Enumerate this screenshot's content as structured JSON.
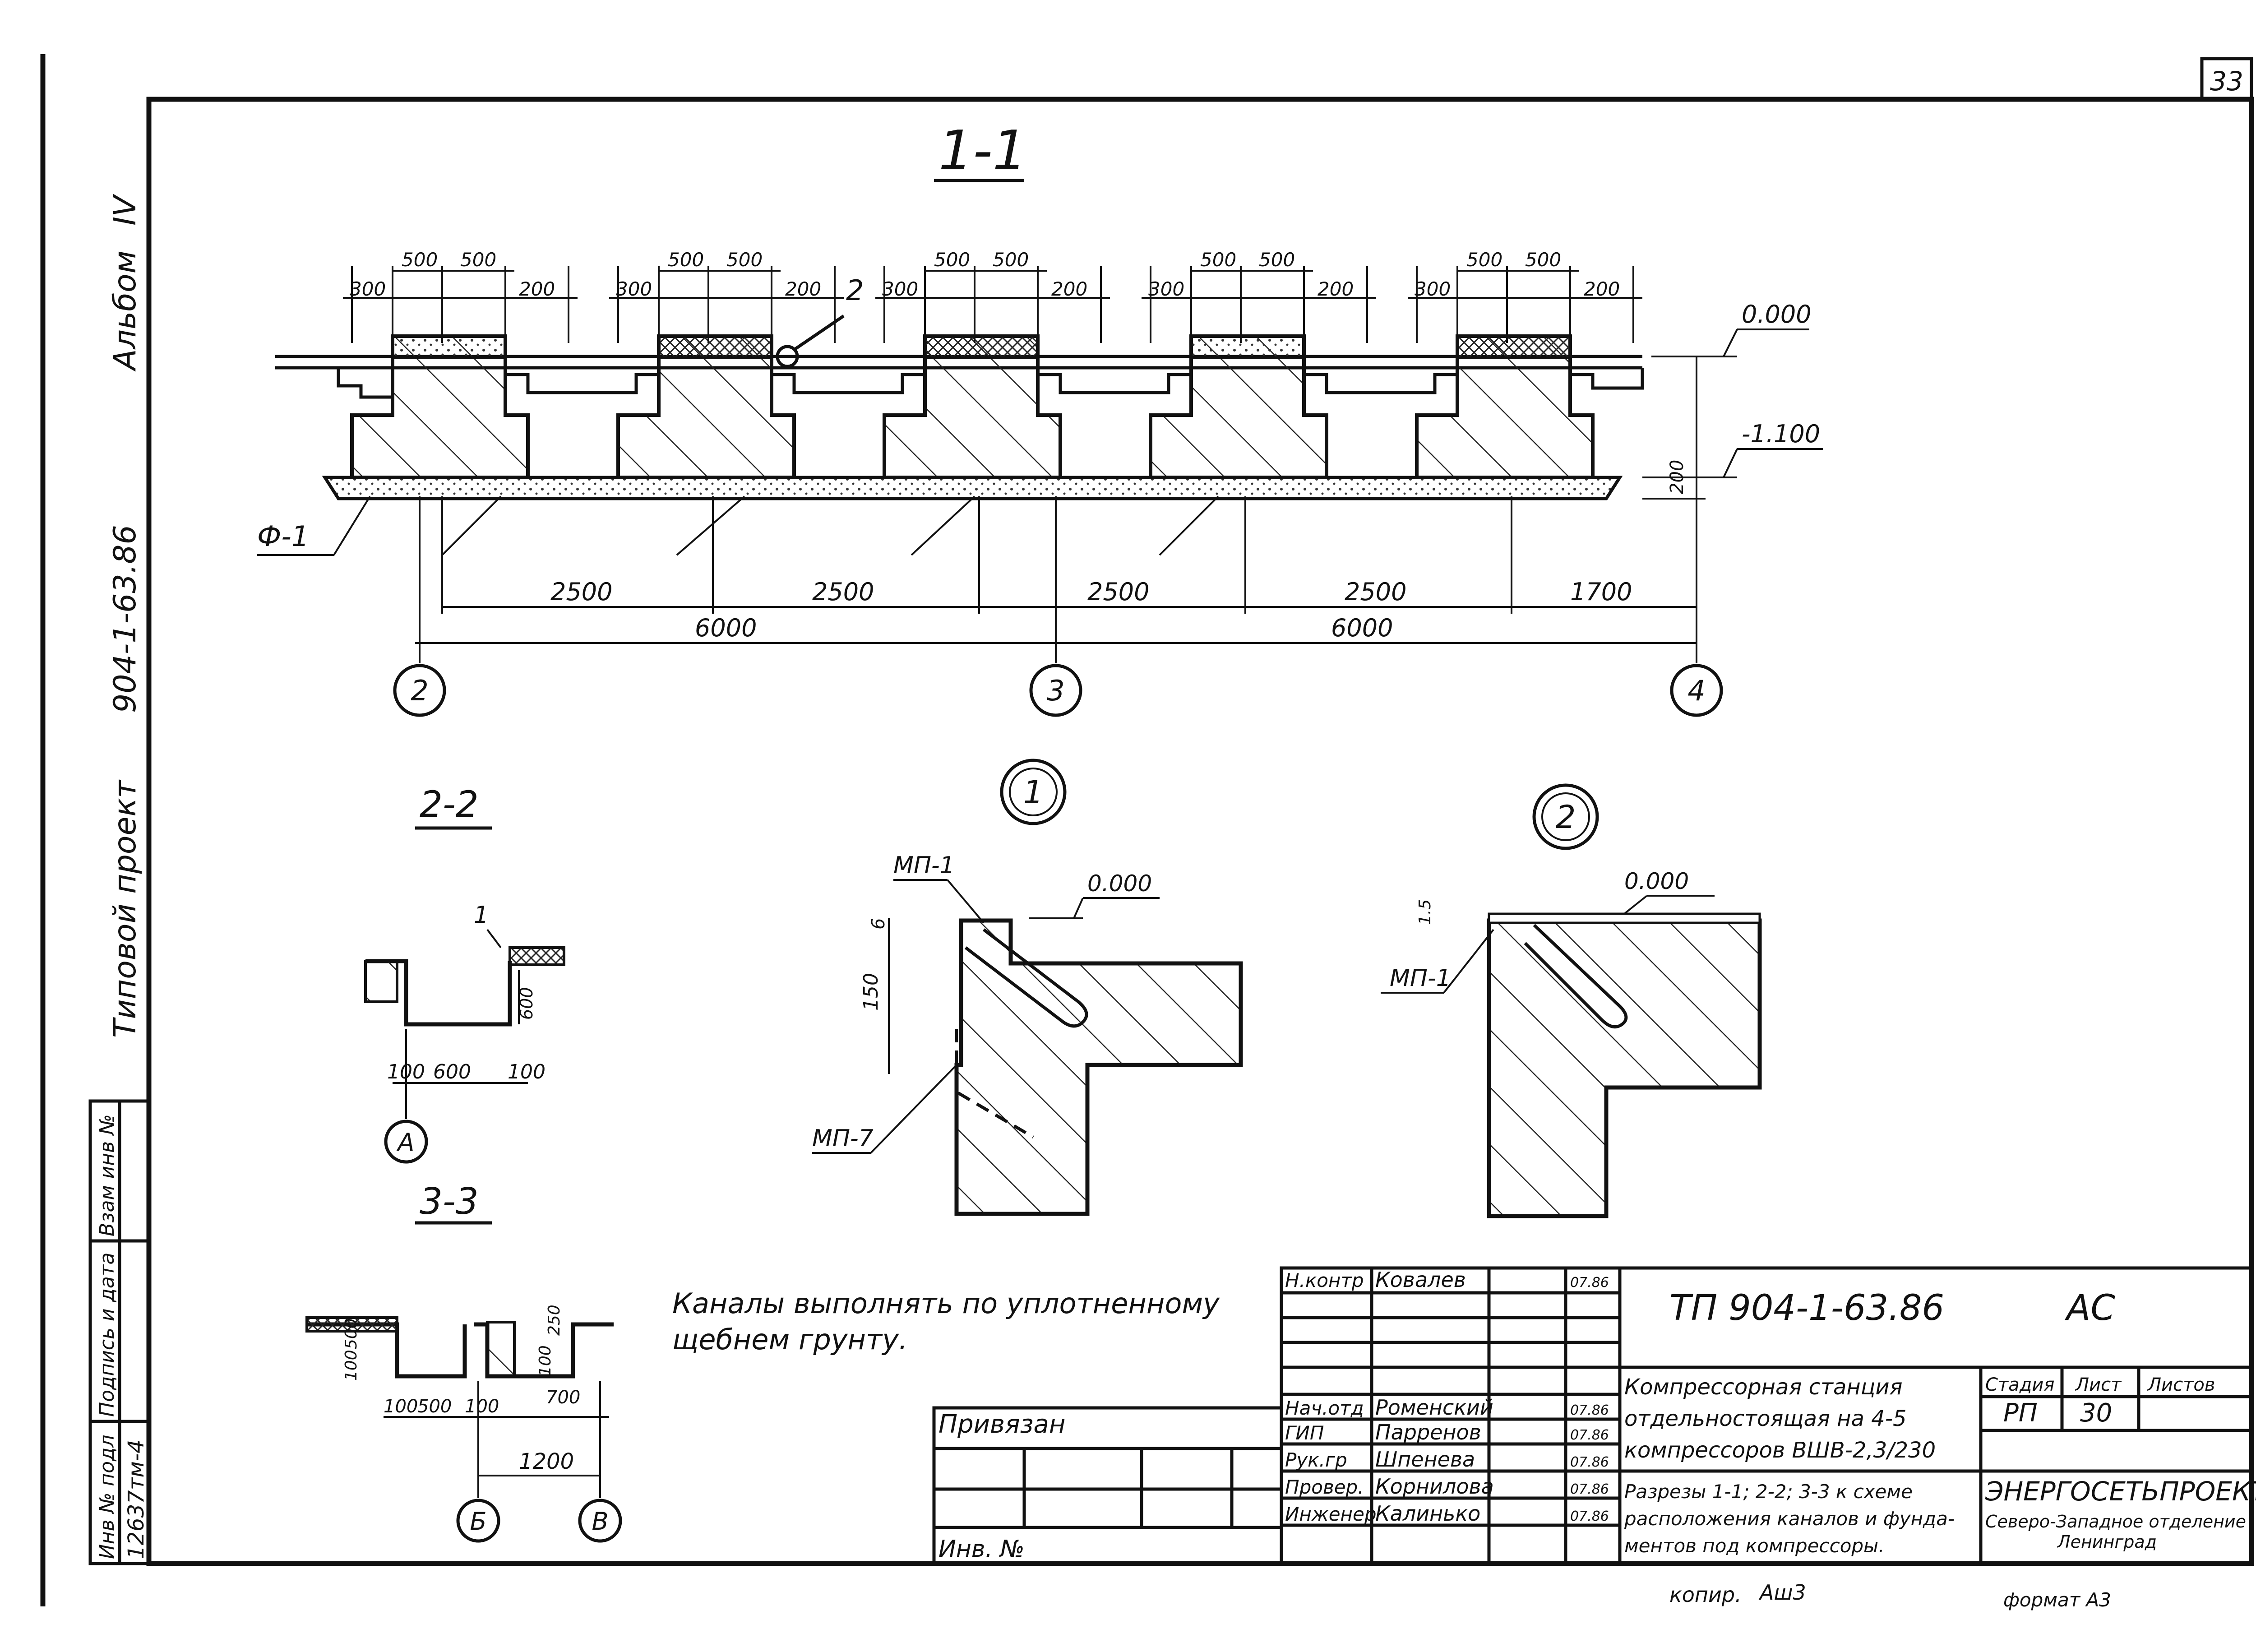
{
  "sheet_number": "33",
  "album_side": {
    "album": "Альбом",
    "album_no": "IV",
    "project_label": "Типовой проект",
    "project_no": "904-1-63.86"
  },
  "section_1_1": {
    "title": "1-1",
    "elev_top": "0.000",
    "elev_bottom": "-1.100",
    "base_label": "Ф-1",
    "callout_2": "2",
    "dim_200_v": "200",
    "pit_dims": [
      [
        "300",
        "500",
        "500",
        "200"
      ],
      [
        "300",
        "500",
        "500",
        "200"
      ],
      [
        "300",
        "500",
        "500",
        "200"
      ],
      [
        "300",
        "500",
        "500",
        "200"
      ],
      [
        "300",
        "500",
        "500",
        "200"
      ]
    ],
    "span_dims": [
      "2500",
      "2500",
      "2500",
      "2500",
      "1700"
    ],
    "total_dims": [
      "6000",
      "6000"
    ],
    "axes": [
      "2",
      "3",
      "4"
    ]
  },
  "section_2_2": {
    "title": "2-2",
    "callout_1": "1",
    "dim_v": "600",
    "dims": [
      "100",
      "600",
      "100"
    ],
    "axis": "А"
  },
  "section_3_3": {
    "title": "3-3",
    "dims_v": [
      "100",
      "500",
      "100",
      "250"
    ],
    "dims_h": [
      "100",
      "500",
      "100",
      "700"
    ],
    "dim_total": "1200",
    "axes": [
      "Б",
      "В"
    ]
  },
  "detail_1": {
    "number": "1",
    "label_top": "МП-1",
    "label_bottom": "МП-7",
    "elev": "0.000",
    "dim_6": "6",
    "dim_150": "150"
  },
  "detail_2": {
    "number": "2",
    "label": "МП-1",
    "elev": "0.000",
    "dim_left": "1.5"
  },
  "note": [
    "Каналы выполнять по уплотненному",
    "щебнем грунту."
  ],
  "left_stamp": {
    "inv_podl": "Инв № подл",
    "podpis": "Подпись и дата",
    "vzam": "Взам инв №",
    "inv_value": "12637тм-4"
  },
  "title_block": {
    "code": "ТП  904-1-63.86",
    "mark": "АС",
    "privyazan": "Привязан",
    "inv_no": "Инв. №",
    "rows": [
      {
        "role": "Н.контр",
        "name": "Ковалев",
        "date": "07.86"
      },
      {
        "role": "Нач.отд",
        "name": "Роменский",
        "date": "07.86"
      },
      {
        "role": "ГИП",
        "name": "Парренов",
        "date": "07.86"
      },
      {
        "role": "Рук.гр",
        "name": "Шпенева",
        "date": "07.86"
      },
      {
        "role": "Провер.",
        "name": "Корнилова",
        "date": "07.86"
      },
      {
        "role": "Инженер",
        "name": "Калинько",
        "date": "07.86"
      }
    ],
    "object": [
      "Компрессорная станция",
      "отдельностоящая на 4-5",
      "компрессоров ВШВ-2,3/230"
    ],
    "sheet_title": [
      "Разрезы 1-1; 2-2; 3-3 к схеме",
      "расположения каналов и фунда-",
      "ментов под компрессоры."
    ],
    "stage_label": "Стадия",
    "sheet_label": "Лист",
    "sheets_label": "Листов",
    "stage": "РП",
    "sheet": "30",
    "org": "ЭНЕРГОСЕТЬПРОЕКТ",
    "org_sub": [
      "Северо-Западное отделение",
      "Ленинград"
    ]
  },
  "footer": {
    "copied": "копир.",
    "copied_sign": "Аш3",
    "format": "формат А3"
  }
}
